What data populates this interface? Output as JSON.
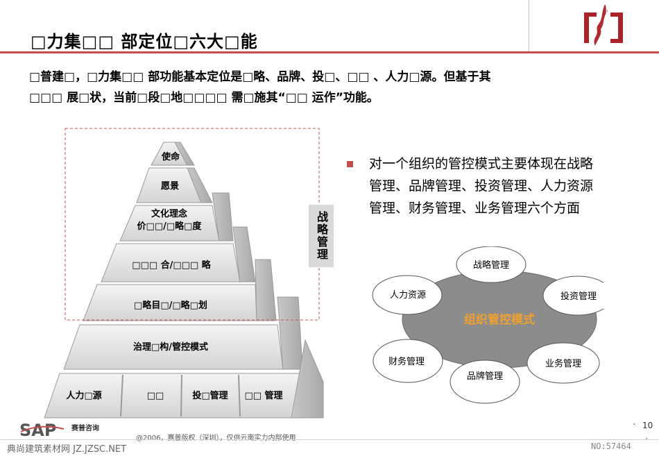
{
  "title": "□力集□□ 部定位□六大□能",
  "intro": {
    "line1": "□普建□，□力集□□ 部功能基本定位是□略、品牌、投□、□□ 、人力□源。但基于其",
    "line2": "□□□ 展□状，当前□段□地□□□□ 需□施其“□□ 运作”功能。"
  },
  "pyramid": {
    "levels": [
      "使命",
      "愿景",
      "文化理念",
      "价□□/□略□度",
      "□□□ 合/□□□ 略",
      "□略目□/□略□划",
      "治理□构/管控模式"
    ],
    "base": [
      "人力□源",
      "□□",
      "投□管理",
      "□□ 管理"
    ]
  },
  "side_label": "战略管理",
  "bullet": {
    "line1": "对一个组织的管控模式主要体现在战略",
    "line2": "管理、品牌管理、投资管理、人力资源",
    "line3": "管理、财务管理、业务管理六个方面"
  },
  "org": {
    "center": "组织管控模式",
    "nodes": [
      "战略管理",
      "投资管理",
      "业务管理",
      "品牌管理",
      "财务管理",
      "人力资源"
    ]
  },
  "colors": {
    "accent": "#c0504d",
    "center_text": "#f0a030",
    "ellipse": "#8c8c8c"
  },
  "footer": {
    "logo": "SAP",
    "logo_cn": "赛普咨询",
    "copyright": "@2006，赛普版权（深圳），仅供云南实力内部使用",
    "page": "10",
    "watermark_left": "典尚建筑素材网 JZ.JZSC.NET",
    "watermark_right": "NO:57464"
  }
}
